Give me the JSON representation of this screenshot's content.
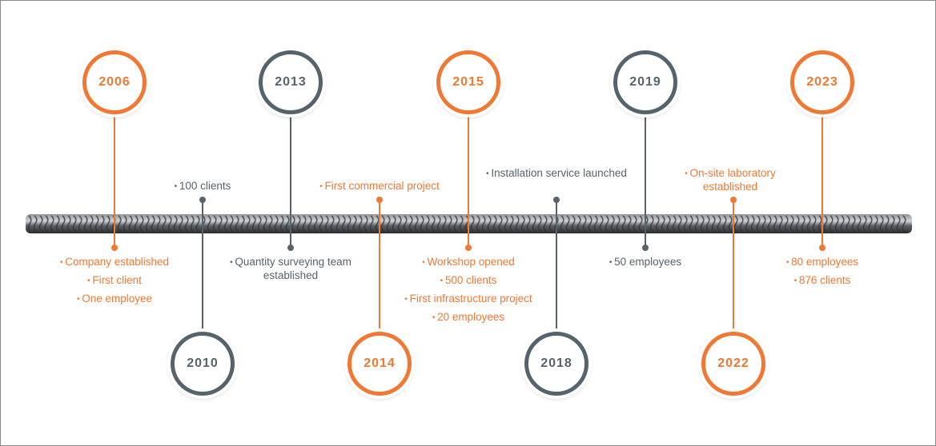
{
  "colors": {
    "orange": "#f07832",
    "grey": "#57636b",
    "rebar": "#4a4d52"
  },
  "milestones": [
    {
      "year": "2006",
      "color": "orange",
      "items": [
        "Company established",
        "First client",
        "One employee"
      ]
    },
    {
      "year": "2010",
      "color": "grey",
      "items": [
        "100 clients"
      ]
    },
    {
      "year": "2013",
      "color": "grey",
      "items": [
        "Quantity surveying team established"
      ]
    },
    {
      "year": "2014",
      "color": "orange",
      "items": [
        "First commercial project"
      ]
    },
    {
      "year": "2015",
      "color": "orange",
      "items": [
        "Workshop opened",
        "500 clients",
        "First infrastructure project",
        "20 employees"
      ]
    },
    {
      "year": "2018",
      "color": "grey",
      "items": [
        "Installation service launched"
      ]
    },
    {
      "year": "2019",
      "color": "grey",
      "items": [
        "50 employees"
      ]
    },
    {
      "year": "2022",
      "color": "orange",
      "items": [
        "On-site laboratory established"
      ]
    },
    {
      "year": "2023",
      "color": "orange",
      "items": [
        "80 employees",
        "876 clients"
      ]
    }
  ]
}
